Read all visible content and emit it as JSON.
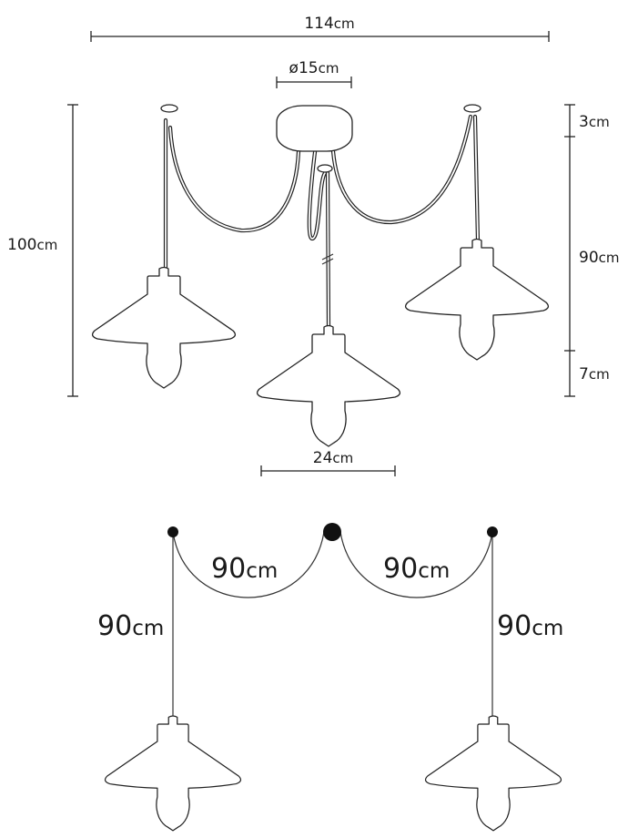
{
  "assembled_view": {
    "width_label": {
      "value": "114",
      "unit": "cm"
    },
    "canopy_diameter_label": {
      "value": "ø15",
      "unit": "cm"
    },
    "total_height_label": {
      "value": "100",
      "unit": "cm"
    },
    "canopy_height_label": {
      "value": "3",
      "unit": "cm"
    },
    "cord_height_label": {
      "value": "90",
      "unit": "cm"
    },
    "shade_height_label": {
      "value": "7",
      "unit": "cm"
    },
    "shade_width_label": {
      "value": "24",
      "unit": "cm"
    }
  },
  "cable_view": {
    "left_arc_label": {
      "value": "90",
      "unit": "cm"
    },
    "right_arc_label": {
      "value": "90",
      "unit": "cm"
    },
    "left_drop_label": {
      "value": "90",
      "unit": "cm"
    },
    "right_drop_label": {
      "value": "90",
      "unit": "cm"
    }
  },
  "colors": {
    "line": "#222222",
    "background": "#ffffff"
  }
}
